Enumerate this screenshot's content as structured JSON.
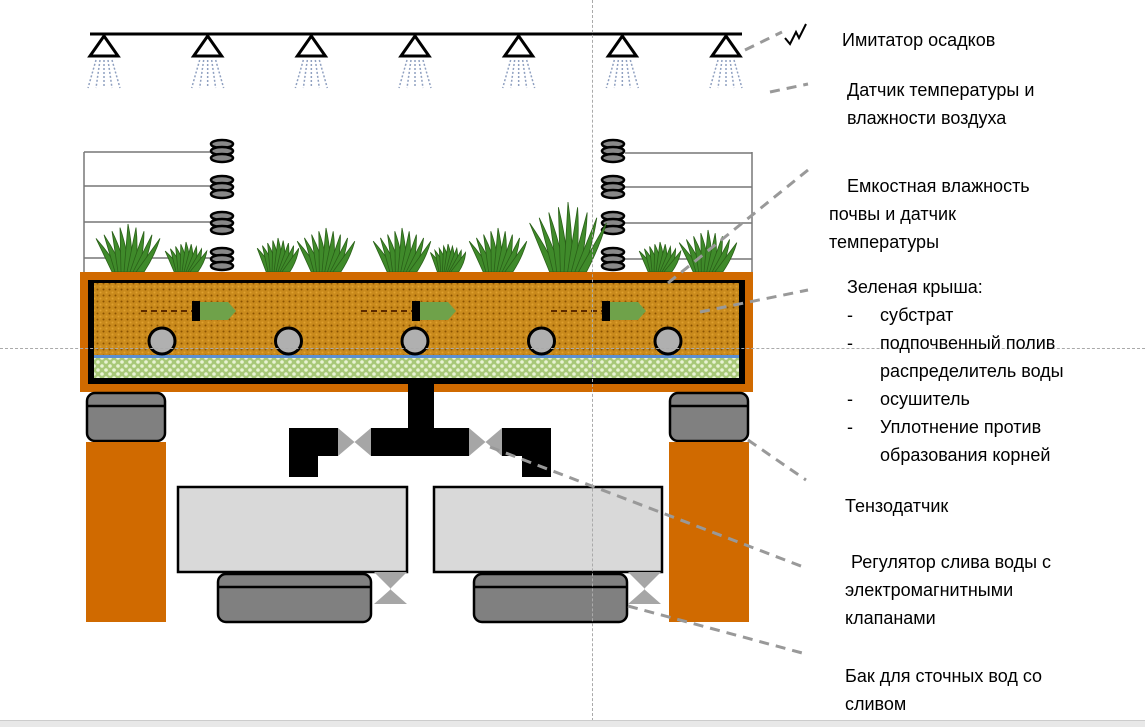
{
  "labels": {
    "rain_simulator": "Имитатор осадков",
    "air_sensor": [
      "Датчик температуры и",
      "влажности воздуха"
    ],
    "soil_sensor": [
      "Емкостная влажность",
      "почвы и датчик",
      "температуры"
    ],
    "green_roof": {
      "title": "Зеленая крыша:",
      "items": [
        {
          "dash": "-",
          "text": "субстрат"
        },
        {
          "dash": "-",
          "text": "подпочвенный полив",
          "cont": "распределитель воды"
        },
        {
          "dash": "-",
          "text": "осушитель"
        },
        {
          "dash": "-",
          "text": "Уплотнение против",
          "cont": "образования корней"
        }
      ]
    },
    "load_cell": "Тензодатчик",
    "drain_regulator": [
      "Регулятор слива воды с",
      "электромагнитными",
      "клапанами"
    ],
    "wastewater_tank": [
      "Бак для сточных вод со",
      "сливом"
    ]
  },
  "colors": {
    "orange": "#d06a00",
    "substrate": "#c98a1c",
    "drainage": "#cfe3a6",
    "plant": "#3f8a2a",
    "sensor_green": "#6fa24a",
    "gray_dark": "#808080",
    "gray_light": "#d9d9d9",
    "valve_gray": "#a6a6a6",
    "leader": "#999999"
  },
  "components": {
    "sprinkler_count": 7,
    "sensor_stacks": 2,
    "soil_sensors": 3,
    "drain_pipes": 5
  }
}
